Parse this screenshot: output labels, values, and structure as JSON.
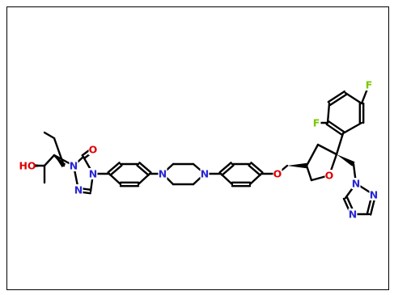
{
  "colors": {
    "carbon": "#000000",
    "nitrogen": "#2727d6",
    "oxygen": "#e00000",
    "fluorine": "#78c800",
    "background": "#ffffff"
  },
  "atoms": {
    "N": "N",
    "O": "O",
    "F": "F",
    "HO": "HO"
  }
}
